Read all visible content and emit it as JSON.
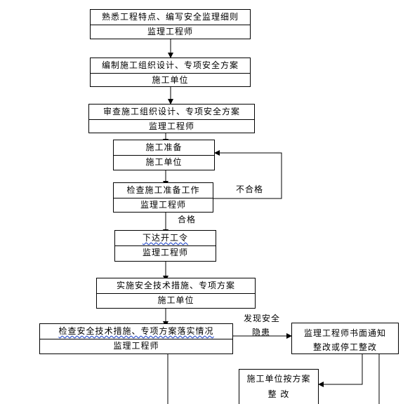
{
  "steps": [
    {
      "task": "熟悉工程特点、编写安全监理细则",
      "role": "监理工程师"
    },
    {
      "task": "编制施工组织设计、专项安全方案",
      "role": "施工单位"
    },
    {
      "task": "审查施工组织设计、专项安全方案",
      "role": "监理工程师"
    },
    {
      "task": "施工准备",
      "role": "施工单位"
    },
    {
      "task": "检查施工准备工作",
      "role": "监理工程师"
    },
    {
      "task": "下达开工令",
      "role": "监理工程师"
    },
    {
      "task": "实施安全技术措施、专项方案",
      "role": "施工单位"
    },
    {
      "task": "检查安全技术措施、专项方案落实情况",
      "role": "监理工程师"
    }
  ],
  "notice": {
    "line1": "监理工程师书面通知",
    "line2": "整改或停工整改"
  },
  "rectify": {
    "line1": "施工单位按方案",
    "line2": "整 改"
  },
  "labels": {
    "fail": "不合格",
    "pass": "合格",
    "hazard_line1": "发现安全",
    "hazard_line2": "隐患"
  }
}
